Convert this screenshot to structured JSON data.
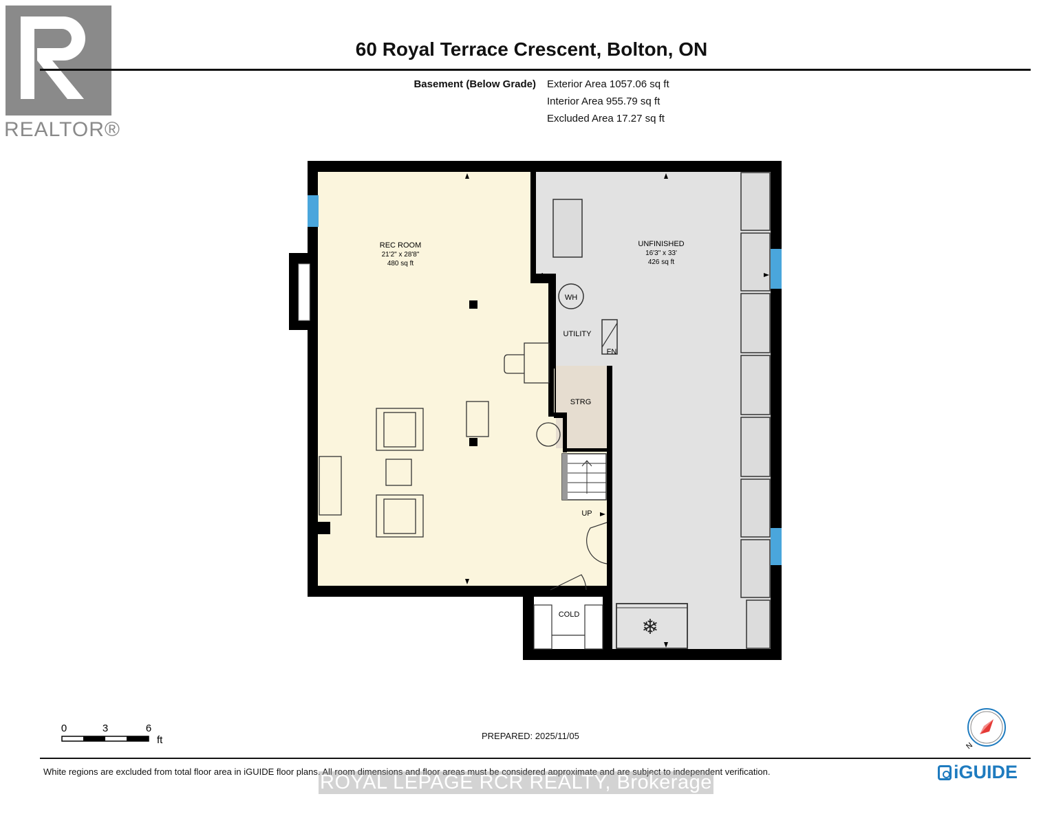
{
  "header": {
    "title": "60 Royal Terrace Crescent, Bolton, ON",
    "level_label": "Basement (Below Grade)",
    "exterior_area": "Exterior Area 1057.06 sq ft",
    "interior_area": "Interior Area 955.79 sq ft",
    "excluded_area": "Excluded Area 17.27 sq ft"
  },
  "logo": {
    "realtor_word": "REALTOR®",
    "icon": "realtor-r-icon"
  },
  "rooms": {
    "rec_room": {
      "name": "REC ROOM",
      "dims": "21'2\" x 28'8\"",
      "area": "480 sq ft"
    },
    "unfinished": {
      "name": "UNFINISHED",
      "dims": "16'3\" x 33'",
      "area": "426 sq ft"
    },
    "utility": "UTILITY",
    "storage": "STRG",
    "cold": "COLD",
    "water_heater": "WH",
    "furnace": "FN",
    "stairs_up": "UP"
  },
  "scale": {
    "labels": [
      "0",
      "3",
      "6"
    ],
    "unit": "ft"
  },
  "footer": {
    "prepared": "PREPARED: 2025/11/05",
    "disclaimer": "White regions are excluded from total floor area in iGUIDE floor plans. All room dimensions and floor areas must be considered approximate and are subject to independent verification.",
    "watermark": "ROYAL LEPAGE RCR REALTY, Brokerage",
    "brand": "iGUIDE",
    "compass_label": "N"
  },
  "colors": {
    "rec_room_fill": "#fbf5dd",
    "unfinished_fill": "#e2e2e2",
    "storage_fill": "#e6ddd0",
    "wall": "#000000",
    "window": "#4aa6dc",
    "brand_blue": "#1e7bbf",
    "compass_red": "#e53935"
  }
}
